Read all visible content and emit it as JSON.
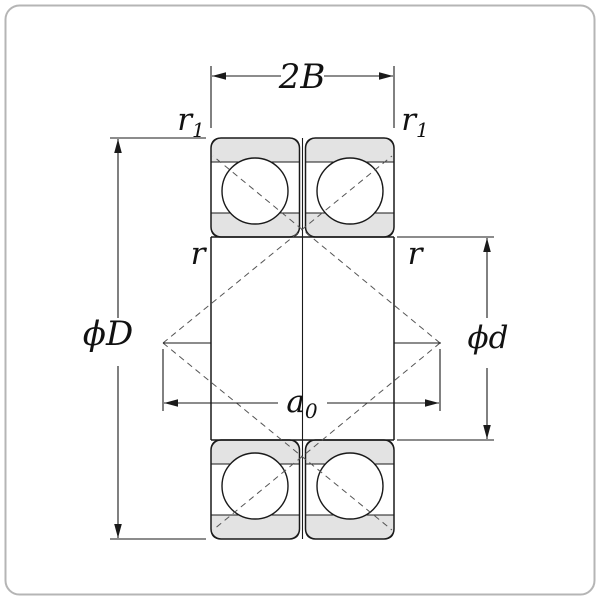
{
  "diagram": {
    "title": "double-row-angular-contact-bearing-dimension-drawing",
    "labels": {
      "width": "2B",
      "chamfer": {
        "main": "r",
        "sub": "1"
      },
      "race_fillet": "r",
      "outer_diameter": "ϕD",
      "bore_diameter": "ϕd",
      "apex_distance": {
        "main": "a",
        "sub": "0"
      }
    },
    "colors": {
      "line": "#1a1a1a",
      "shading": "#e3e3e3",
      "dashed_line": "#555555",
      "border": "#b5b5b5",
      "background": "#ffffff"
    }
  }
}
